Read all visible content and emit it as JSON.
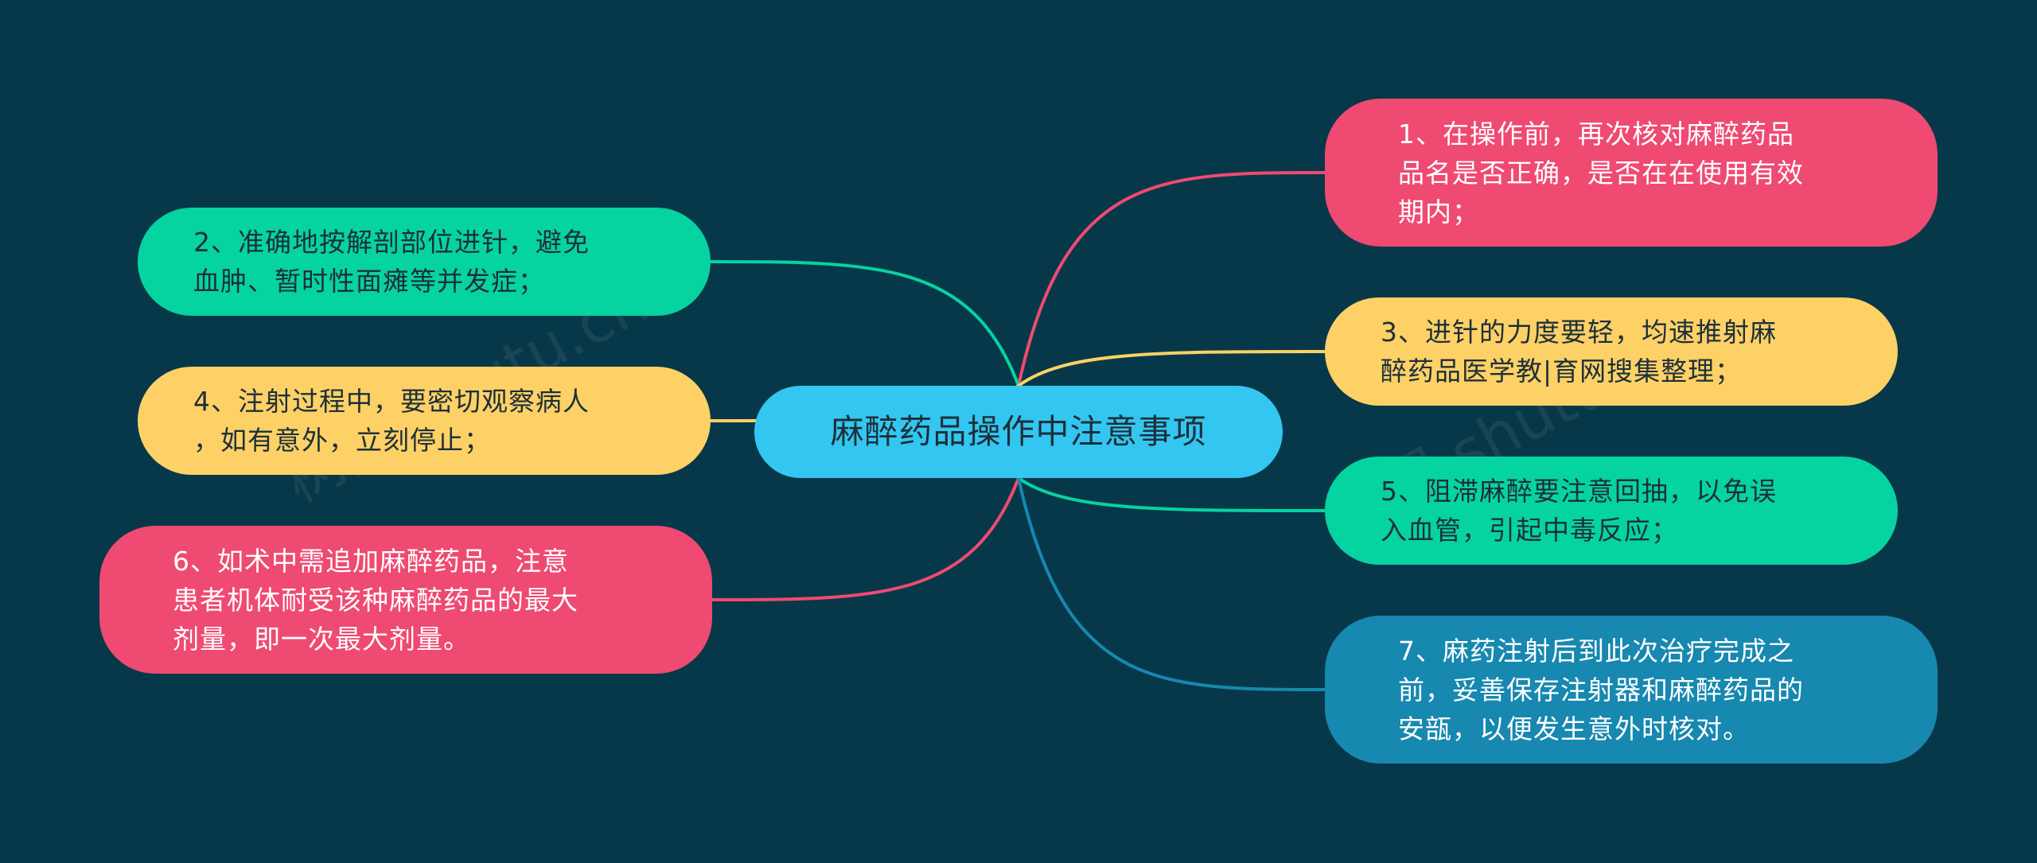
{
  "central_topic": {
    "text": "麻醉药品操作中注意事项",
    "color": "#33c6f0",
    "text_color": "#1d2f39"
  },
  "branches": [
    {
      "id": "b1",
      "side": "right",
      "text": "1、在操作前，再次核对麻醉药品品名是否正确，是否在在使用有效期内；",
      "color": "#ef4a72",
      "text_color": "#ffffff"
    },
    {
      "id": "b2",
      "side": "left",
      "text": "2、准确地按解剖部位进针，避免血肿、暂时性面瘫等并发症；",
      "color": "#05d4a0",
      "text_color": "#1d2f39"
    },
    {
      "id": "b3",
      "side": "right",
      "text": "3、进针的力度要轻，均速推射麻醉药品医学教|育网搜集整理；",
      "color": "#fdd166",
      "text_color": "#1d2f39"
    },
    {
      "id": "b4",
      "side": "left",
      "text": "4、注射过程中，要密切观察病人，如有意外，立刻停止；",
      "color": "#fdd166",
      "text_color": "#1d2f39"
    },
    {
      "id": "b5",
      "side": "right",
      "text": "5、阻滞麻醉要注意回抽，以免误入血管，引起中毒反应；",
      "color": "#05d4a0",
      "text_color": "#1d2f39"
    },
    {
      "id": "b6",
      "side": "left",
      "text": "6、如术中需追加麻醉药品，注意患者机体耐受该种麻醉药品的最大剂量，即一次最大剂量。",
      "color": "#ef4a72",
      "text_color": "#ffffff"
    },
    {
      "id": "b7",
      "side": "right",
      "text": "7、麻药注射后到此次治疗完成之前，妥善保存注射器和麻醉药品的安瓿，以便发生意外时核对。",
      "color": "#1788b0",
      "text_color": "#ffffff"
    }
  ],
  "watermark": {
    "text": "树图 shutu.cn"
  },
  "colors": {
    "background": "#073849"
  }
}
